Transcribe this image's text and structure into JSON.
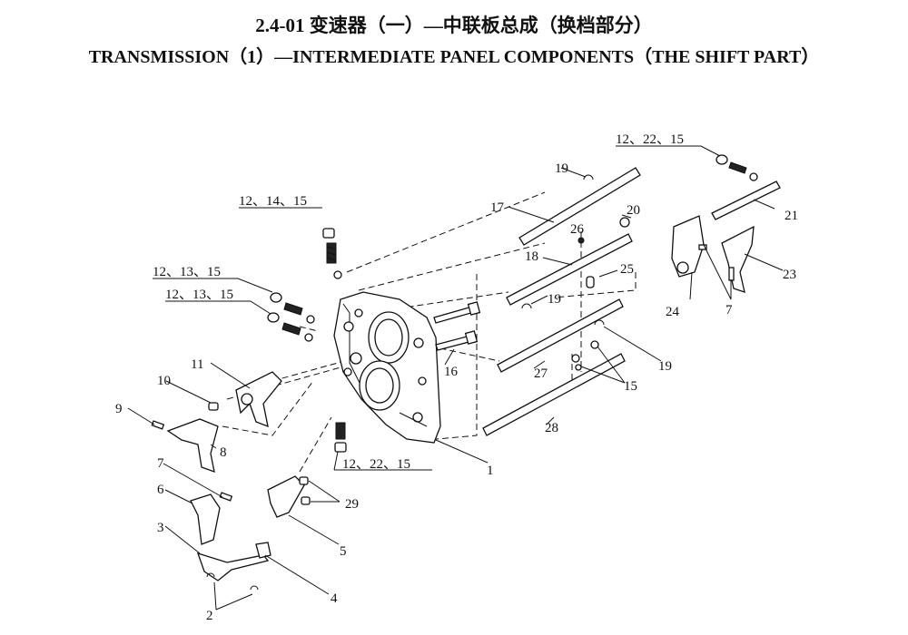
{
  "title_cn": "2.4-01 变速器（一）—中联板总成（换档部分）",
  "title_en": "TRANSMISSION（1）—INTERMEDIATE PANEL COMPONENTS（THE SHIFT PART）",
  "labels": {
    "l1": "1",
    "l2": "2",
    "l3": "3",
    "l4": "4",
    "l5": "5",
    "l6": "6",
    "l7a": "7",
    "l7b": "7",
    "l8": "8",
    "l9": "9",
    "l10": "10",
    "l11": "11",
    "l15": "15",
    "l16": "16",
    "l17": "17",
    "l18": "18",
    "l19a": "19",
    "l19b": "19",
    "l19c": "19",
    "l20": "20",
    "l21": "21",
    "l23": "23",
    "l24": "24",
    "l25": "25",
    "l26": "26",
    "l27": "27",
    "l28": "28",
    "l29": "29",
    "g1": "12、22、15",
    "g2": "12、14、15",
    "g3": "12、13、15",
    "g4": "12、13、15",
    "g5": "12、22、15"
  },
  "colors": {
    "line": "#111111",
    "background": "#ffffff"
  }
}
